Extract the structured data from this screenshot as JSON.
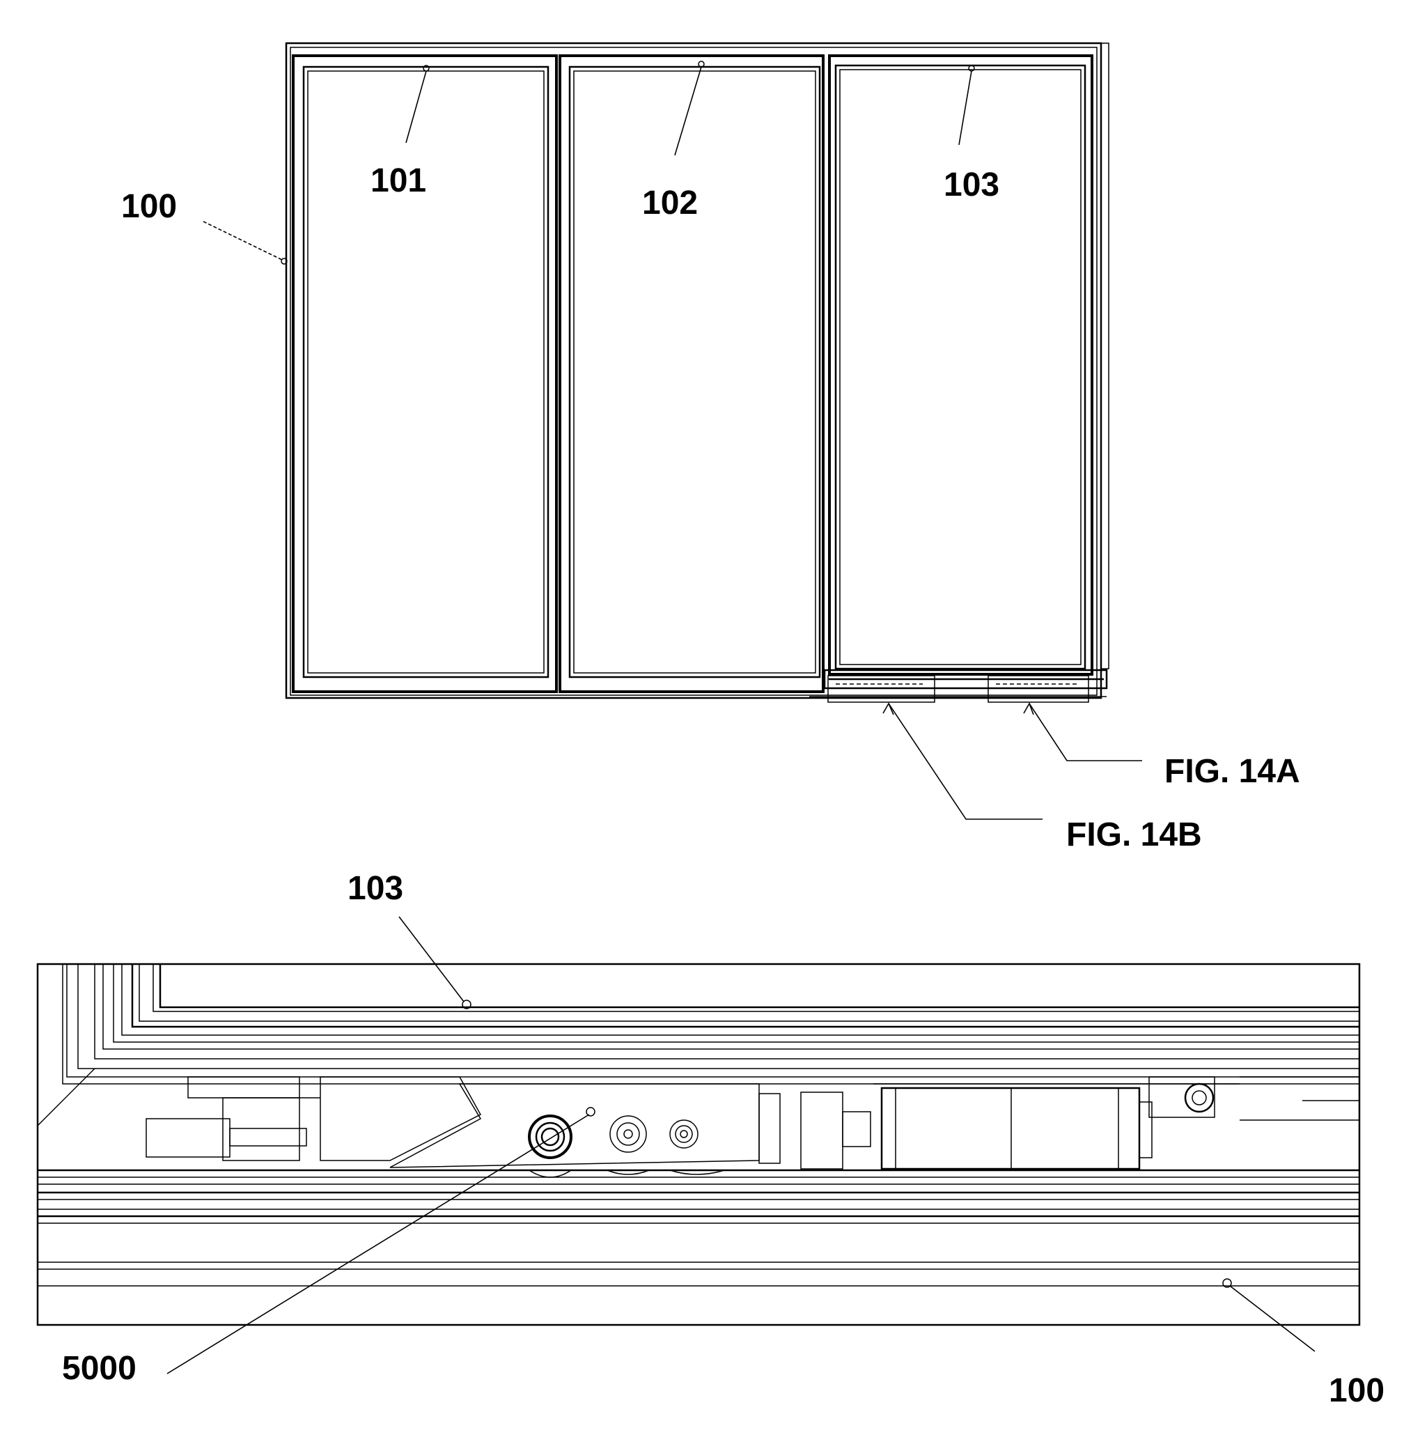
{
  "labels": {
    "frame_top": "100",
    "panel_1": "101",
    "panel_2": "102",
    "panel_3_top": "103",
    "fig_14a": "FIG. 14A",
    "fig_14b": "FIG. 14B",
    "panel_3_detail": "103",
    "drive_unit": "5000",
    "frame_detail": "100"
  }
}
